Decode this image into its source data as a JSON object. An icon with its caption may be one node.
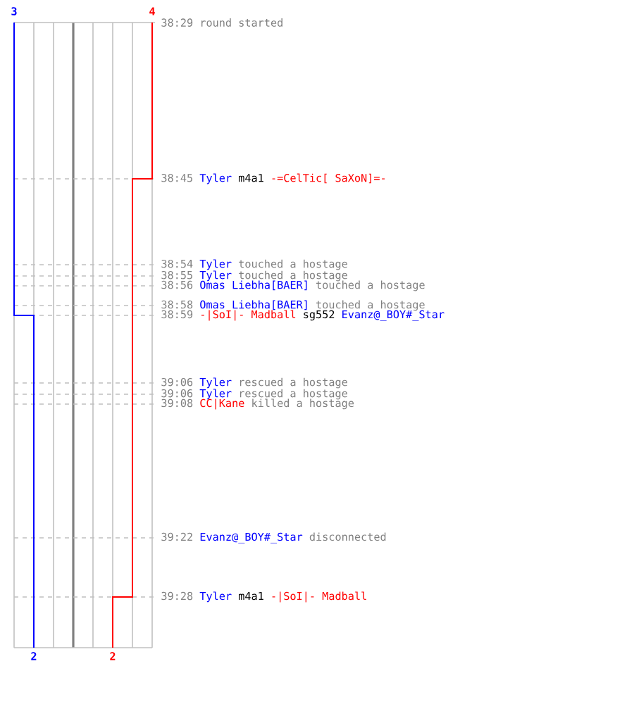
{
  "diagram": {
    "labels": [
      "3",
      "4",
      "38:29",
      "round started",
      "38:45",
      "Tyler",
      "m4a1",
      "-=CelTic[ SaXoN]=-",
      "38:54",
      "Tyler",
      "touched a hostage",
      "38:55",
      "Tyler",
      "touched a hostage",
      "38:56",
      "Omas Liebha[BAER]",
      "touched a hostage",
      "38:58",
      "Omas Liebha[BAER]",
      "touched a hostage",
      "38:59",
      "-|SoI|- Madball",
      "sg552",
      "Evanz@_BOY#_Star",
      "39:06",
      "Tyler",
      "rescued a hostage",
      "39:06",
      "Tyler",
      "rescued a hostage",
      "39:08",
      "CC|Kane",
      "killed a hostage",
      "39:22",
      "Evanz@_BOY#_Star",
      "disconnected",
      "39:28",
      "Tyler",
      "m4a1",
      "-|SoI|- Madball",
      "2",
      "2"
    ]
  }
}
